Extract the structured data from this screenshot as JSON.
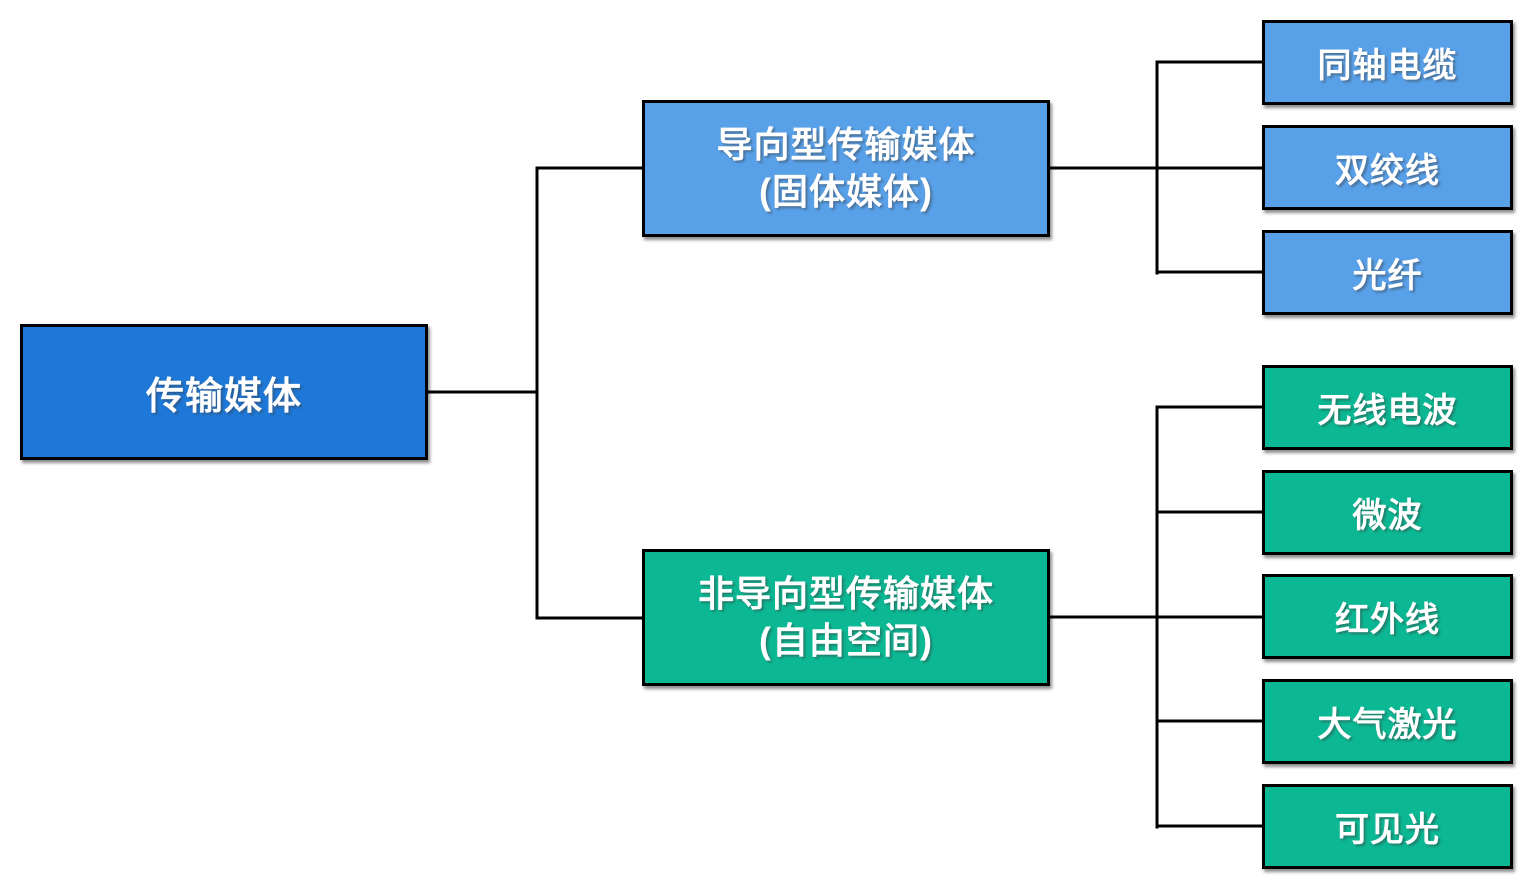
{
  "colors": {
    "root_fill": "#1E78D8",
    "guided_fill": "#58A0E8",
    "unguided_fill": "#0CB894",
    "border": "#000000",
    "connector_line": "#000000",
    "text": "#FFFFFF",
    "background": "#FFFFFF"
  },
  "tree": {
    "root": {
      "label": "传输媒体"
    },
    "branches": [
      {
        "label_line1": "导向型传输媒体",
        "label_line2": "(固体媒体)",
        "children": [
          {
            "label": "同轴电缆"
          },
          {
            "label": "双绞线"
          },
          {
            "label": "光纤"
          }
        ]
      },
      {
        "label_line1": "非导向型传输媒体",
        "label_line2": "(自由空间)",
        "children": [
          {
            "label": "无线电波"
          },
          {
            "label": "微波"
          },
          {
            "label": "红外线"
          },
          {
            "label": "大气激光"
          },
          {
            "label": "可见光"
          }
        ]
      }
    ]
  }
}
